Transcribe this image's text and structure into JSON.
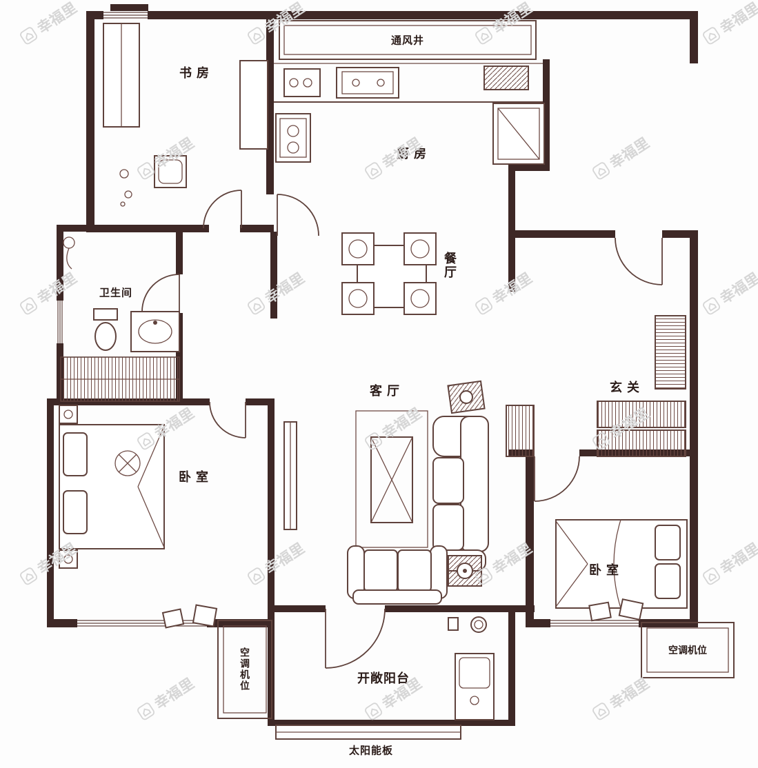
{
  "page": {
    "kind": "apartment-floor-plan"
  },
  "watermark": {
    "text": "幸福里"
  },
  "icons": {
    "watermark_logo": "house-logo-icon"
  },
  "colors": {
    "wall": "#3e2826",
    "line": "#5f423c",
    "label": "#2a1b18",
    "watermark": "#d6d6d6",
    "background": "#fdfdfd"
  },
  "rooms": {
    "study": {
      "label": "书 房"
    },
    "vent_shaft": {
      "label": "通风井"
    },
    "kitchen": {
      "label": "厨 房"
    },
    "dining": {
      "label": "餐厅"
    },
    "bathroom": {
      "label": "卫生间"
    },
    "living": {
      "label": "客 厅"
    },
    "entry": {
      "label": "玄 关"
    },
    "bedroom_left": {
      "label": "卧 室"
    },
    "bedroom_right": {
      "label": "卧 室"
    },
    "balcony": {
      "label": "开敞阳台"
    },
    "solar_panel": {
      "label": "太阳能板"
    },
    "ac_left": {
      "label": "空调机位"
    },
    "ac_right": {
      "label": "空调机位"
    }
  }
}
